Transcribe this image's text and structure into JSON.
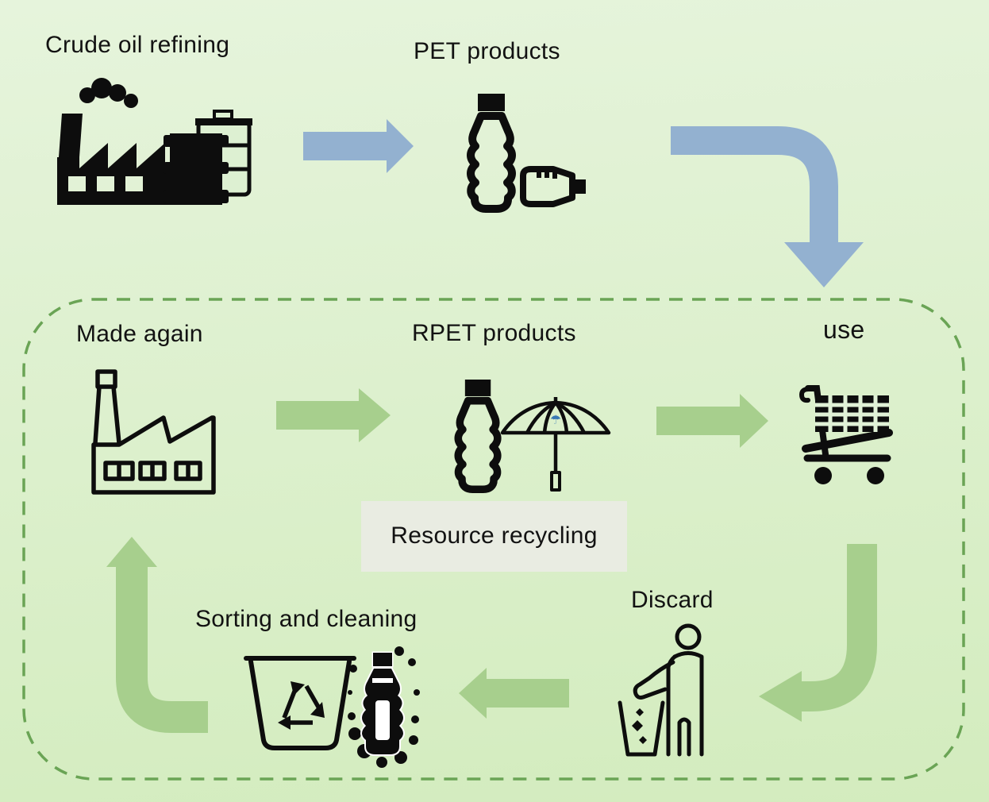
{
  "diagram": {
    "type": "flow-diagram",
    "topic": "PET plastic lifecycle and recycling loop",
    "outer_flow": {
      "crude_oil_label": "Crude oil refining",
      "pet_products_label": "PET products"
    },
    "recycling_loop": {
      "made_again_label": "Made again",
      "rpet_products_label": "RPET products",
      "use_label": "use",
      "center_label": "Resource recycling",
      "discard_label": "Discard",
      "sorting_cleaning_label": "Sorting and cleaning"
    },
    "icons": {
      "crude_oil": "refinery-factory-with-oil-barrels",
      "pet_products": "two-plastic-bottles",
      "made_again": "factory-outline",
      "rpet_products": "plastic-bottle-and-umbrella",
      "use": "shopping-cart",
      "discard": "person-dropping-litter-into-bin",
      "sorting_cleaning": "recycling-bin-and-bottle-with-bubbles"
    },
    "colors": {
      "blue_arrow": "#93b1d0",
      "green_arrow": "#a7cf8d",
      "dashed_border": "#6aa455",
      "background_top": "#e6f4dc",
      "background_bottom": "#d3ecbe",
      "center_label_bg": "#e9ece2",
      "icon_ink": "#0d0d0d",
      "umbrella_logo_blue": "#3878b4"
    }
  }
}
